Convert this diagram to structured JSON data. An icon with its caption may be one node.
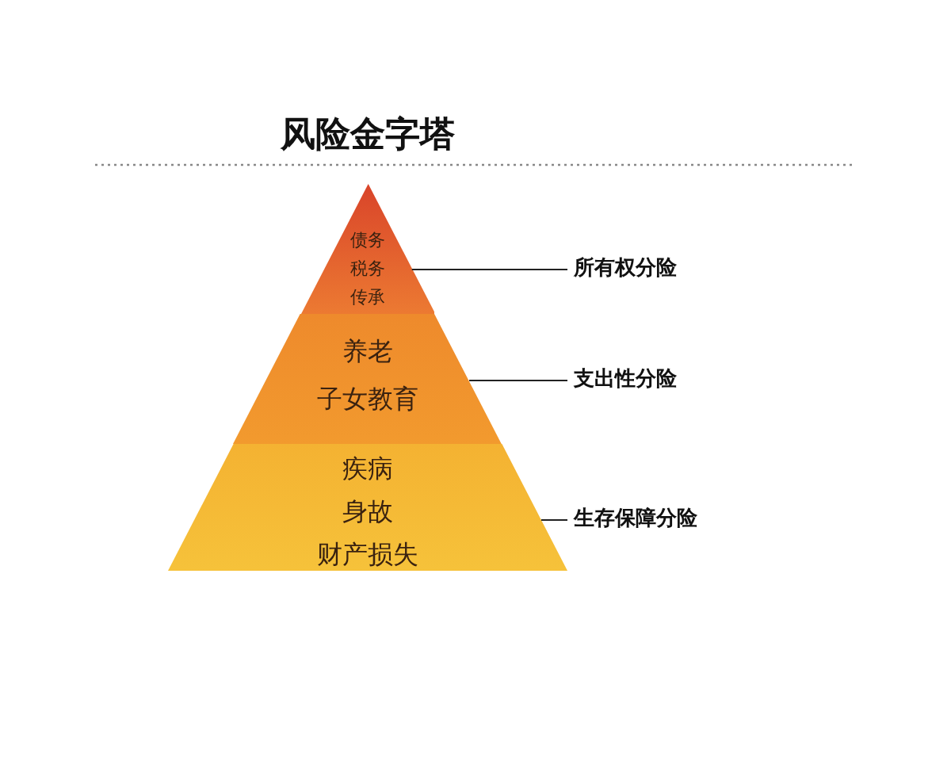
{
  "diagram": {
    "title": "风险金字塔",
    "nodes": [
      {
        "text": [
          "债务",
          "税务",
          "传承"
        ]
      },
      {
        "text": [
          "养老",
          "子女教育"
        ]
      },
      {
        "text": [
          "疾病",
          "身故",
          "财产损失"
        ]
      },
      {
        "text": [
          "所有权分险"
        ]
      },
      {
        "text": [
          "支出性分险"
        ]
      },
      {
        "text": [
          "生存保障分险"
        ]
      }
    ],
    "edges": [
      {
        "from": 0,
        "to": 3,
        "arrow": "none"
      },
      {
        "from": 1,
        "to": 4,
        "arrow": "none"
      },
      {
        "from": 2,
        "to": 5,
        "arrow": "none"
      }
    ]
  }
}
